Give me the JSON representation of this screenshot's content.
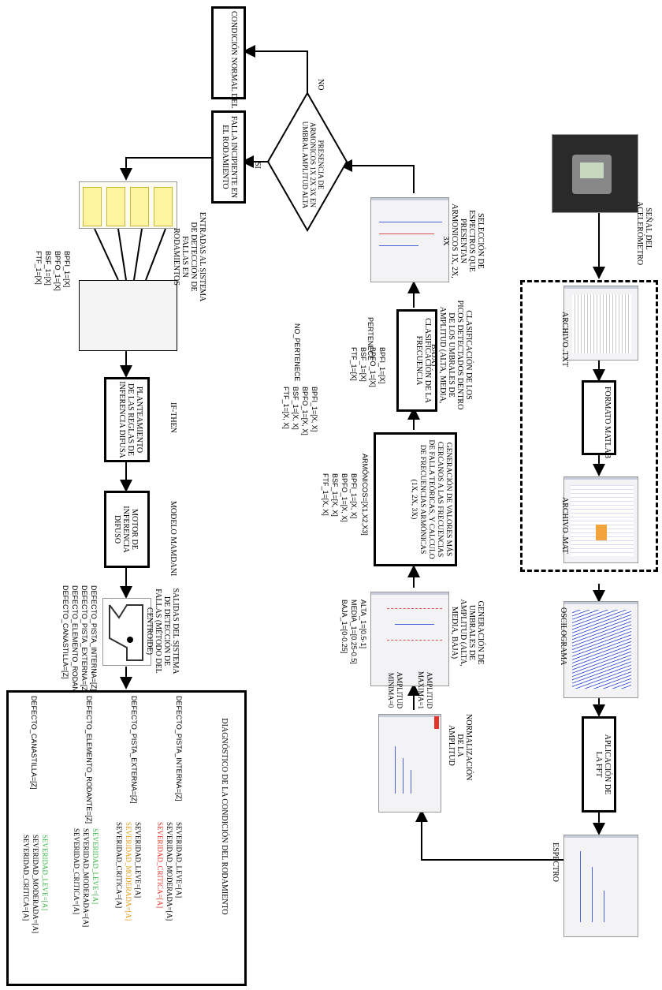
{
  "top": {
    "normal": "CONDICIÓN NORMAL DEL RODAMIENTO",
    "no": "NO",
    "si": "SI",
    "decision": "PRESENCIA DE ARMONICOS 1X 2X 3X EN UMBRAL AMPLITUD ALTA",
    "falla": "FALLA INCIPIENTE EN EL RODAMIENTO"
  },
  "left": {
    "entradas_title": "ENTRADAS AL SISTEMA DE DETECCIÓN DE FALLAS EN RODAMIENTOS",
    "entradas_vars": [
      "BPFI_1=[X]",
      "BPFO_1=[X]",
      "BSF_1=[X]",
      "FTF_1=[X]"
    ],
    "planteamiento": "PLANTEAMIENTO DE LAS REGLAS DE INFERENCIA DIFUSA",
    "ifthen": "IF-THEN",
    "motor": "MOTOR DE INFERENCIA DIFUSO",
    "mamdani": "MODELO MAMDANI",
    "salidas_title": "SALIDAS DEL SISTEMA DE DETECCIÓN DE FALLAS (MÉTODO DEL CENTROIDE)",
    "salidas_vars": [
      "DEFECTO_PISTA_INTERNA=[Z]",
      "DEFECTO_PISTA_EXTERNA=[Z]",
      "DEFECTO_ELEMENTO_RODANTE=[Z]",
      "DEFECTO_CANASTILLA=[Z]"
    ]
  },
  "middle": {
    "seleccion": "SELECCIÓN DE ESPECTROS QUE PRESENTAN ARMONICOS 1X, 2X, 3X",
    "clasificacion_desc": "CLASIFICACIÓN DE LOS PICOS DETECTADOS DENTRO DE LOS UMBRALES DE AMPLITUD (ALTA, MEDIA, BAJA)",
    "clasificacion": "CLASIFICACIÓN DE LA FRECUENCIA",
    "pertenece": "PERTENECE",
    "pertenece_vars": [
      "BPFI_1=[X]",
      "BPFO_1=[X]",
      "BSF_1=[X]",
      "FTF_1=[X]"
    ],
    "no_pertenece": "NO_PERTENECE",
    "no_pertenece_vars": [
      "BPFI_1=[X, X]",
      "BPFO_1=[X, X]",
      "BSF_1=[X, X]",
      "FTF_1=[X, X]"
    ],
    "generacion_valores": "GENERACIÓN DE VALORES MÁS CERCANOS A LAS FRECUENCIAS DE FALLA TEÓRICAS, Y CALCULO DE FRECUENCIAS ARMÓNICAS (1X, 2X, 3X)",
    "armonicos": "ARMÓNICOS=[X1,X2,X3]",
    "gen_vars": [
      "BPFI_1=[X, X]",
      "BPFO_1=[X, X]",
      "BSF_1=[X, X]",
      "FTF_1=[X, X]"
    ],
    "generacion_umbrales": "GENERACIÓN DE UMBRALES DE AMPLITUD (ALTA, MEDIA, BAJA)",
    "umbrales": [
      "ALTA_1=[0.5-1]",
      "MEDIA_1=[0.25-0.5]",
      "BAJA_1=[0-0.25]"
    ],
    "normalizacion": "NORMALIZACIÓN DE LA AMPLITUD",
    "amp_max": "AMPLITUD MAXIMA=1",
    "amp_min": "AMPLITUD MINIMA=0"
  },
  "right": {
    "senal": "SEÑAL DEL ACELERÓMETRO",
    "archivo_txt": "ARCHIVO .TXT",
    "formato": "FORMATO MATLAB",
    "archivo_mat": "ARCHIVO .MAT",
    "oscilograma": "OSCILOGRAMA",
    "aplicacion": "APLICACIÓN DE LA FFT",
    "espectro": "ESPECTRO"
  },
  "diagnostico": {
    "title": "DIAGNÓSTICO DE LA CONDICIÓN DEL RODAMIENTO",
    "groups": [
      {
        "name": "DEFECTO_PISTA_INTERNA=[Z]",
        "levels": [
          "SEVERIDAD_LEVE=[A]",
          "SEVERIDAD_MODERADA=[A]",
          "SEVERIDAD_CRITICA=[A]"
        ],
        "highlight": 2
      },
      {
        "name": "DEFECTO_PISTA_EXTERNA=[Z]",
        "levels": [
          "SEVERIDAD_LEVE=[A]",
          "SEVERIDAD_MODERADA=[A]",
          "SEVERIDAD_CRITICA=[A]"
        ],
        "highlight": 1
      },
      {
        "name": "DEFECTO_ELEMENTO_RODANTE=[Z]",
        "levels": [
          "SEVERIDAD_LEVE=[A]",
          "SEVERIDAD_MODERADA=[A]",
          "SEVERIDAD_CRITICA=[A]"
        ],
        "highlight": 0
      },
      {
        "name": "DEFECTO_CANASTILLA=[Z]",
        "levels": [
          "SEVERIDAD_LEVE=[A]",
          "SEVERIDAD_MODERADA=[A]",
          "SEVERIDAD_CRITICA=[A]"
        ],
        "highlight": 0
      }
    ]
  },
  "colors": {
    "critical": "#e5352b",
    "moderate": "#e09b15",
    "light": "#3bb54a"
  }
}
